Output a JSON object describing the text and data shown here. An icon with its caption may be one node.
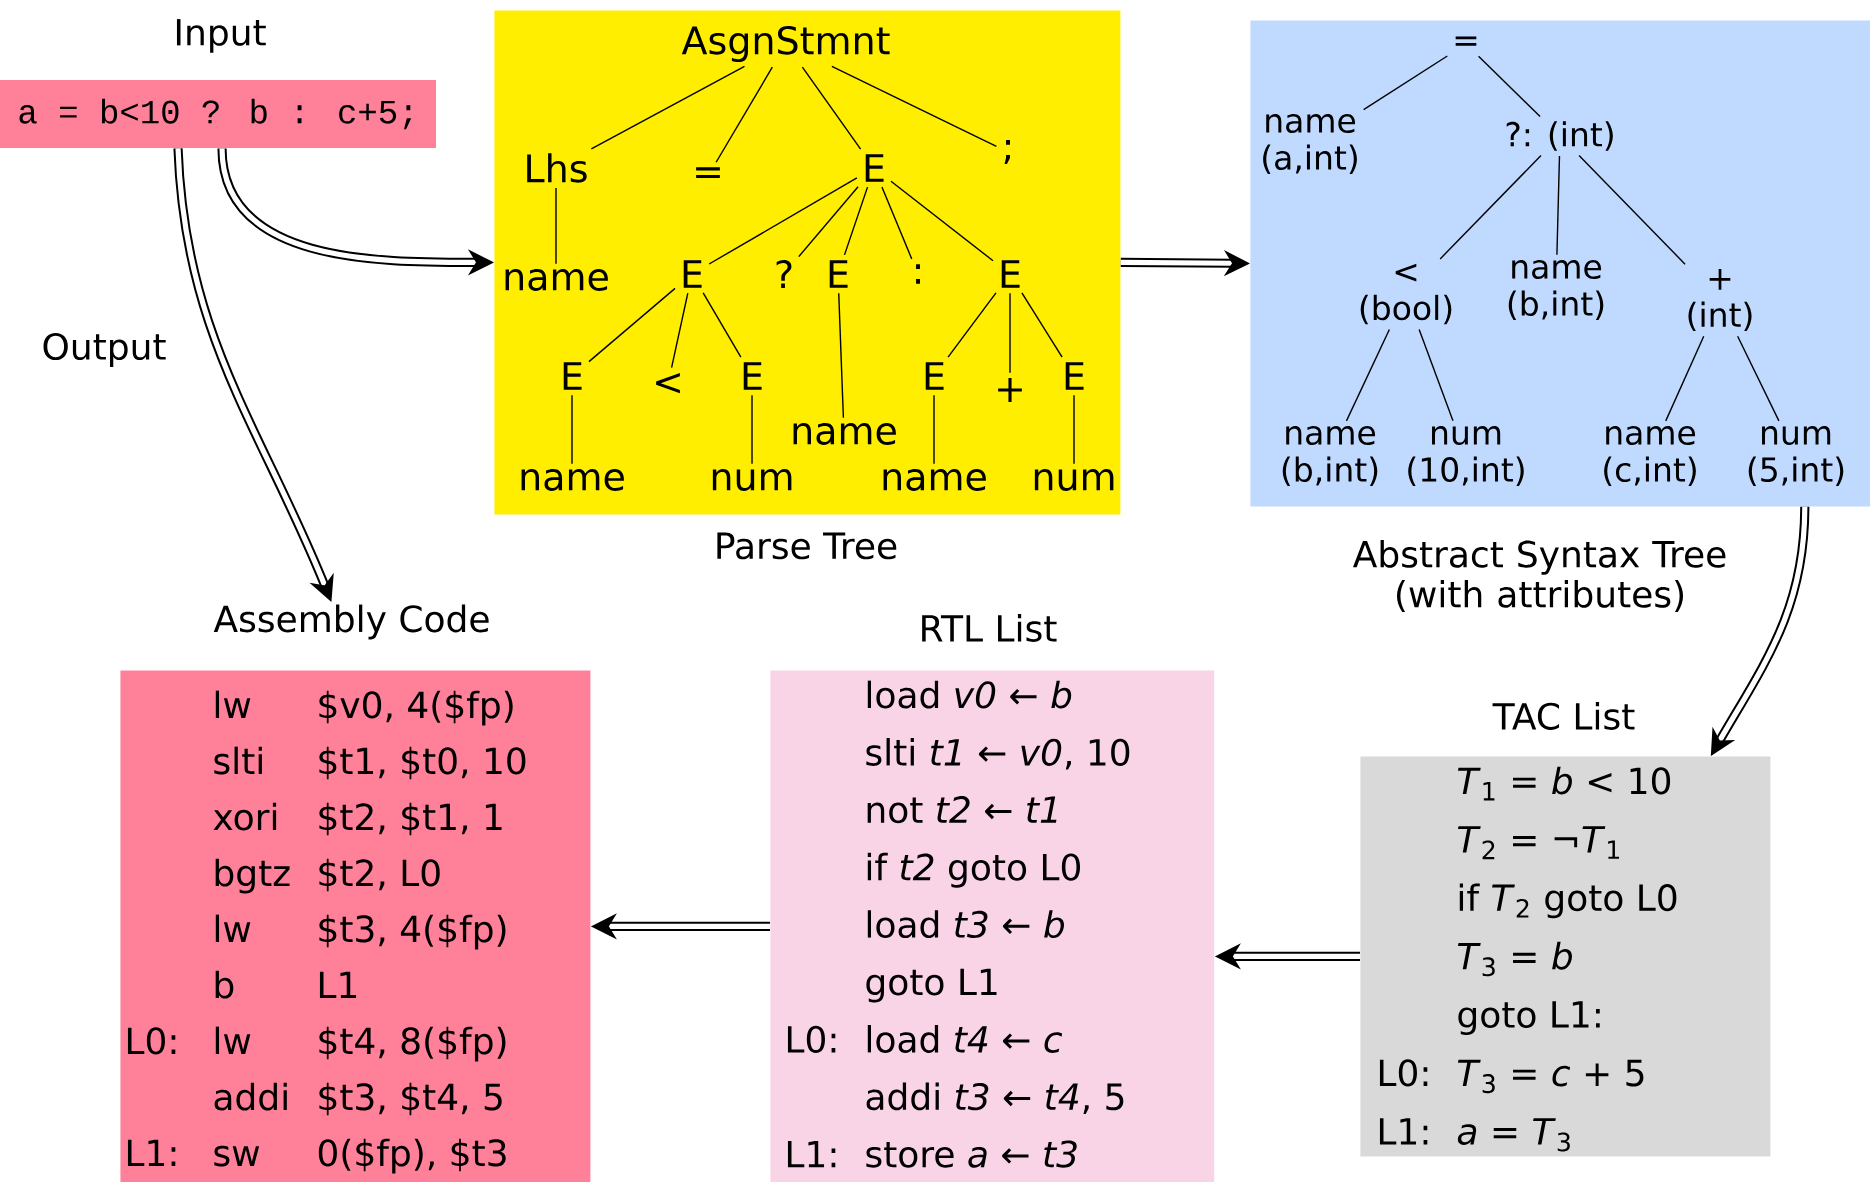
{
  "diagram": {
    "nodes": [
      {
        "text": [
          "Input",
          "a = b<10 ? b : c+5;"
        ]
      },
      {
        "text": [
          "Parse Tree"
        ]
      },
      {
        "text": [
          "AsgnStmnt"
        ],
        "in": 1
      },
      {
        "text": [
          "Lhs"
        ],
        "in": 1
      },
      {
        "text": [
          "="
        ],
        "in": 1
      },
      {
        "text": [
          "E"
        ],
        "in": 1
      },
      {
        "text": [
          ";"
        ],
        "in": 1
      },
      {
        "text": [
          "name"
        ],
        "in": 1
      },
      {
        "text": [
          "E"
        ],
        "in": 1
      },
      {
        "text": [
          "?"
        ],
        "in": 1
      },
      {
        "text": [
          "E"
        ],
        "in": 1
      },
      {
        "text": [
          ":"
        ],
        "in": 1
      },
      {
        "text": [
          "E"
        ],
        "in": 1
      },
      {
        "text": [
          "E"
        ],
        "in": 1
      },
      {
        "text": [
          "<"
        ],
        "in": 1
      },
      {
        "text": [
          "E"
        ],
        "in": 1
      },
      {
        "text": [
          "name"
        ],
        "in": 1
      },
      {
        "text": [
          "E"
        ],
        "in": 1
      },
      {
        "text": [
          "+"
        ],
        "in": 1
      },
      {
        "text": [
          "E"
        ],
        "in": 1
      },
      {
        "text": [
          "name"
        ],
        "in": 1
      },
      {
        "text": [
          "num"
        ],
        "in": 1
      },
      {
        "text": [
          "name"
        ],
        "in": 1
      },
      {
        "text": [
          "num"
        ],
        "in": 1
      },
      {
        "text": [
          "Abstract Syntax Tree (with attributes)"
        ]
      },
      {
        "text": [
          "="
        ],
        "in": 24
      },
      {
        "text": [
          "name (a,int)"
        ],
        "in": 24
      },
      {
        "text": [
          "?: (int)"
        ],
        "in": 24
      },
      {
        "text": [
          "< (bool)"
        ],
        "in": 24
      },
      {
        "text": [
          "name (b,int)"
        ],
        "in": 24
      },
      {
        "text": [
          "+ (int)"
        ],
        "in": 24
      },
      {
        "text": [
          "name (b,int)"
        ],
        "in": 24
      },
      {
        "text": [
          "num (10,int)"
        ],
        "in": 24
      },
      {
        "text": [
          "name (c,int)"
        ],
        "in": 24
      },
      {
        "text": [
          "num (5,int)"
        ],
        "in": 24
      },
      {
        "text": [
          "Assembly Code",
          "lw",
          "$v0, 4($fp)",
          "slti",
          "$t1, $t0, 10",
          "xori",
          "$t2, $t1, 1",
          "bgtz",
          "$t2, L0",
          "lw",
          "$t3, 4($fp)",
          "b",
          "L1",
          "L0:",
          "lw",
          "$t4, 8($fp)",
          "addi",
          "$t3, $t4, 5",
          "L1:",
          "sw",
          "0($fp), $t3"
        ]
      },
      {
        "text": [
          "RTL List",
          "load *v0* ← *b*",
          "slti *t1* ← *v0*, 10",
          "not *t2* ← *t1*",
          "if *t2* goto L0",
          "load *t3* ← *b*",
          "goto L1",
          "L0:",
          "load *t4* ← *c*",
          "addi *t3* ← *t4*, 5",
          "L1:",
          "store *a* ← *t3*"
        ]
      },
      {
        "text": [
          "TAC List",
          "*T*$_{1}$ = *b* < 10",
          "*T*$_{2}$ = ¬*T*$_{1}$",
          "if *T*$_{2}$ goto L0",
          "*T*$_{3}$ = *b*",
          "goto L1:",
          "L0:",
          "*T*$_{3}$ = *c* + 5",
          "L1:",
          "*a* = *T*$_{3}$"
        ]
      }
    ],
    "edges": [
      {
        "from": 0,
        "to": 1,
        "arrow": "to",
        "style": "thick"
      },
      {
        "from": 0,
        "to": 35,
        "arrow": "to",
        "style": "thick",
        "label": "Output"
      },
      {
        "from": 2,
        "to": 3,
        "arrow": "none"
      },
      {
        "from": 2,
        "to": 4,
        "arrow": "none"
      },
      {
        "from": 2,
        "to": 5,
        "arrow": "none"
      },
      {
        "from": 2,
        "to": 6,
        "arrow": "none"
      },
      {
        "from": 3,
        "to": 7,
        "arrow": "none"
      },
      {
        "from": 5,
        "to": 8,
        "arrow": "none"
      },
      {
        "from": 5,
        "to": 9,
        "arrow": "none"
      },
      {
        "from": 5,
        "to": 10,
        "arrow": "none"
      },
      {
        "from": 5,
        "to": 11,
        "arrow": "none"
      },
      {
        "from": 5,
        "to": 12,
        "arrow": "none"
      },
      {
        "from": 8,
        "to": 13,
        "arrow": "none"
      },
      {
        "from": 8,
        "to": 14,
        "arrow": "none"
      },
      {
        "from": 8,
        "to": 15,
        "arrow": "none"
      },
      {
        "from": 10,
        "to": 16,
        "arrow": "none"
      },
      {
        "from": 12,
        "to": 17,
        "arrow": "none"
      },
      {
        "from": 12,
        "to": 18,
        "arrow": "none"
      },
      {
        "from": 12,
        "to": 19,
        "arrow": "none"
      },
      {
        "from": 13,
        "to": 20,
        "arrow": "none"
      },
      {
        "from": 15,
        "to": 21,
        "arrow": "none"
      },
      {
        "from": 17,
        "to": 22,
        "arrow": "none"
      },
      {
        "from": 19,
        "to": 23,
        "arrow": "none"
      },
      {
        "from": 1,
        "to": 24,
        "arrow": "to",
        "style": "thick"
      },
      {
        "from": 25,
        "to": 26,
        "arrow": "none"
      },
      {
        "from": 25,
        "to": 27,
        "arrow": "none"
      },
      {
        "from": 27,
        "to": 28,
        "arrow": "none"
      },
      {
        "from": 27,
        "to": 29,
        "arrow": "none"
      },
      {
        "from": 27,
        "to": 30,
        "arrow": "none"
      },
      {
        "from": 28,
        "to": 31,
        "arrow": "none"
      },
      {
        "from": 28,
        "to": 32,
        "arrow": "none"
      },
      {
        "from": 30,
        "to": 33,
        "arrow": "none"
      },
      {
        "from": 30,
        "to": 34,
        "arrow": "none"
      },
      {
        "from": 24,
        "to": 37,
        "arrow": "to",
        "style": "thick"
      },
      {
        "from": 37,
        "to": 36,
        "arrow": "to",
        "style": "thick"
      },
      {
        "from": 36,
        "to": 35,
        "arrow": "to",
        "style": "thick"
      }
    ]
  }
}
